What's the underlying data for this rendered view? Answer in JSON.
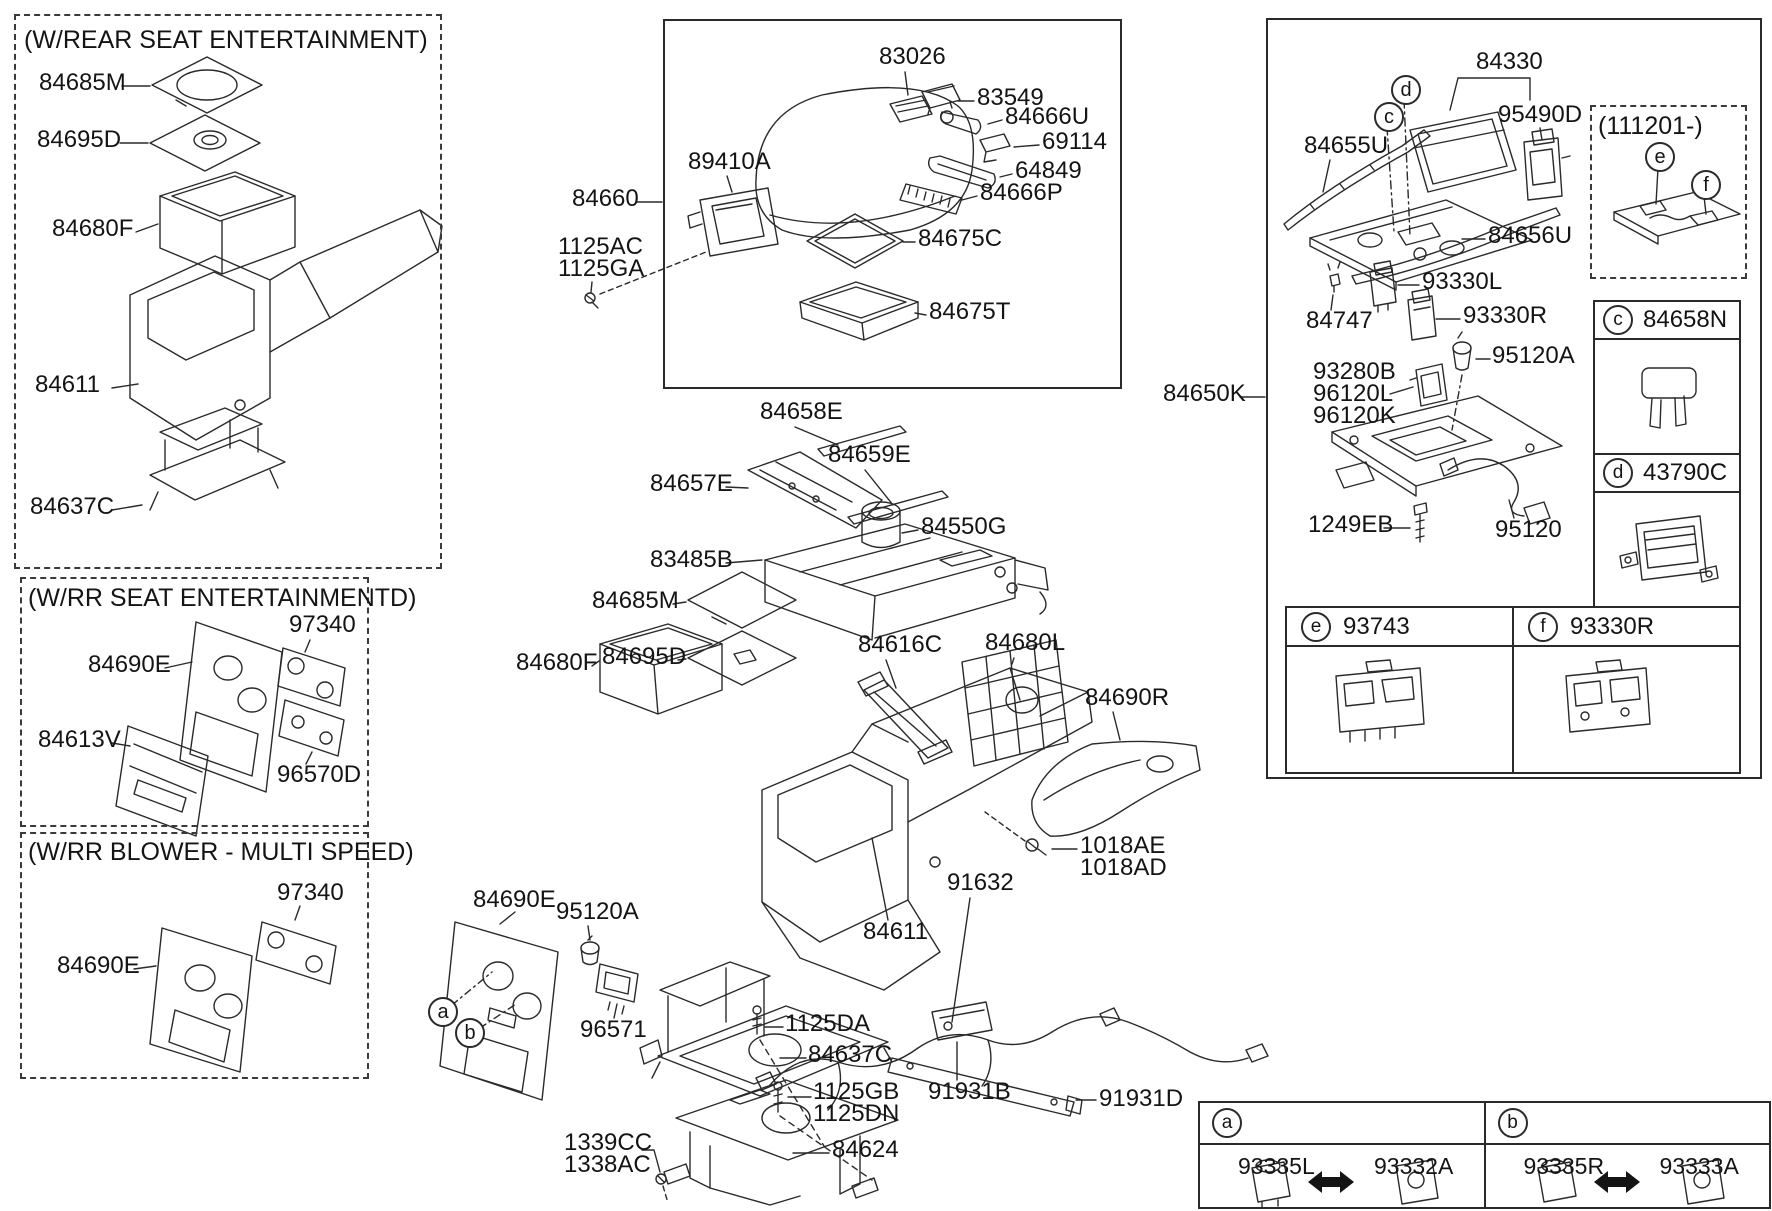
{
  "box_rear_seat": {
    "title": "(W/REAR SEAT ENTERTAINMENT)",
    "labels": [
      "84685M",
      "84695D",
      "84680F",
      "84611",
      "84637C"
    ]
  },
  "box_rr_seat": {
    "title": "(W/RR SEAT ENTERTAINMENTD)",
    "labels": [
      "84690E",
      "97340",
      "84613V",
      "96570D"
    ]
  },
  "box_rr_blower": {
    "title": "(W/RR BLOWER - MULTI SPEED)",
    "labels": [
      "97340",
      "84690E"
    ]
  },
  "armrest": {
    "labels": [
      "84660",
      "1125AC",
      "1125GA",
      "89410A",
      "83026",
      "83549",
      "84666U",
      "69114",
      "64849",
      "84666P",
      "84675C",
      "84675T"
    ]
  },
  "center": {
    "labels": [
      "84658E",
      "84659E",
      "84657E",
      "84550G",
      "83485B",
      "84685M",
      "84695D",
      "84680F",
      "84616C",
      "84680L",
      "84690R",
      "1018AE",
      "1018AD",
      "91632",
      "84611",
      "84690E",
      "95120A",
      "96571",
      "1125DA",
      "84637C",
      "1125GB",
      "1125DN",
      "1339CC",
      "1338AC",
      "84624",
      "91931B",
      "91931D"
    ],
    "markers": [
      "a",
      "b"
    ]
  },
  "console_kit": {
    "callout": "84650K",
    "labels": [
      "84330",
      "95490D",
      "84655U",
      "84656U",
      "93330L",
      "84747",
      "93330R",
      "95120A",
      "93280B",
      "96120L",
      "96120K",
      "1249EB",
      "95120"
    ],
    "markers": [
      "c",
      "d"
    ],
    "sub_box": {
      "title": "(111201-)",
      "markers": [
        "e",
        "f"
      ]
    },
    "ref_rows": [
      {
        "marker": "c",
        "part": "84658N"
      },
      {
        "marker": "d",
        "part": "43790C"
      }
    ],
    "ef_cols": [
      {
        "marker": "e",
        "part": "93743"
      },
      {
        "marker": "f",
        "part": "93330R"
      }
    ]
  },
  "swap_table": {
    "cols": [
      {
        "marker": "a",
        "left": "93335L",
        "right": "93332A"
      },
      {
        "marker": "b",
        "left": "93335R",
        "right": "93333A"
      }
    ]
  }
}
